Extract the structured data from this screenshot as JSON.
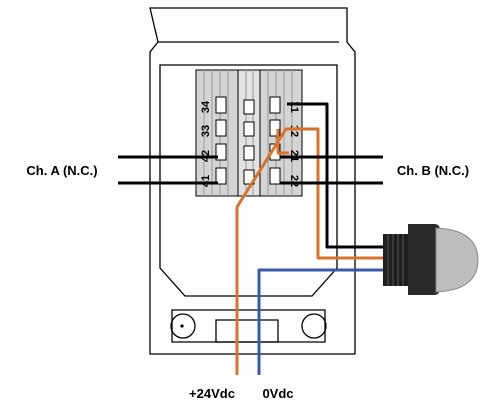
{
  "labels": {
    "channel_a": "Ch. A (N.C.)",
    "channel_b": "Ch. B (N.C.)",
    "supply_positive": "+24Vdc",
    "supply_zero": "0Vdc"
  },
  "terminals": {
    "left": [
      "34",
      "33",
      "42",
      "41"
    ],
    "right": [
      "11",
      "12",
      "21",
      "22"
    ]
  },
  "colors": {
    "housing_outline": "#000000",
    "terminal_block": "#d4d4d4",
    "wire_black": "#000000",
    "wire_orange": "#d9722a",
    "wire_blue": "#3a5aa8",
    "connector_dark": "#1e1e1e",
    "connector_dome": "#bdbdbd"
  }
}
